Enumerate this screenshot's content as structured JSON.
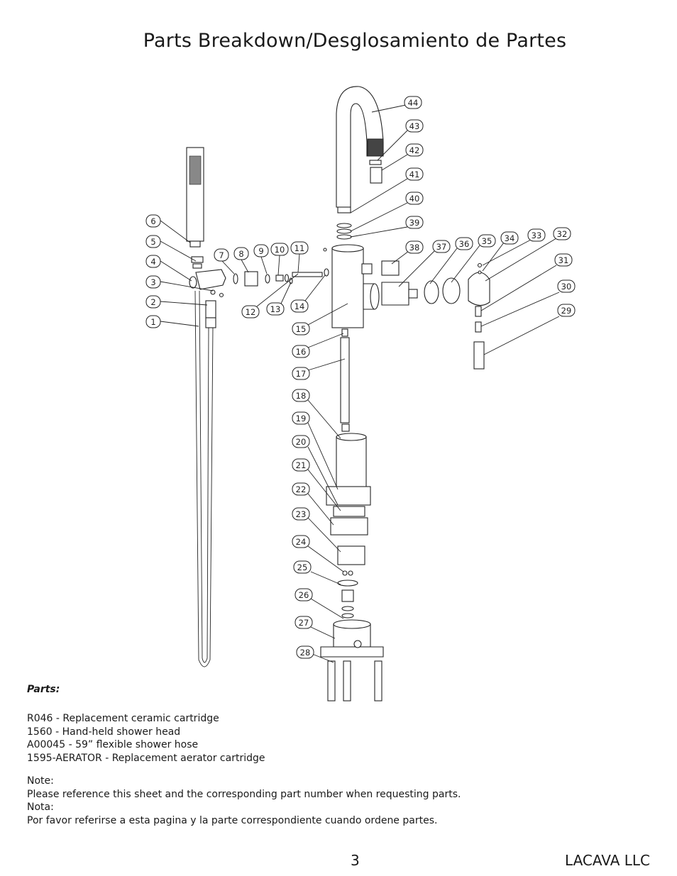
{
  "title": "Parts Breakdown/Desglosamiento de Partes",
  "callouts": [
    "1",
    "2",
    "3",
    "4",
    "5",
    "6",
    "7",
    "8",
    "9",
    "10",
    "11",
    "12",
    "13",
    "14",
    "15",
    "16",
    "17",
    "18",
    "19",
    "20",
    "21",
    "22",
    "23",
    "24",
    "25",
    "26",
    "27",
    "28",
    "29",
    "30",
    "31",
    "32",
    "33",
    "34",
    "35",
    "36",
    "37",
    "38",
    "39",
    "40",
    "41",
    "42",
    "43",
    "44"
  ],
  "parts_heading": "Parts:",
  "parts": [
    "R046 - Replacement ceramic cartridge",
    "1560 - Hand-held shower head",
    "A00045 - 59” flexible shower hose",
    "1595-AERATOR - Replacement aerator cartridge"
  ],
  "notes": [
    "Note:",
    "Please reference this sheet and the corresponding part number when requesting parts.",
    "Nota:",
    "Por favor referirse a esta pagina y la parte correspondiente cuando ordene partes."
  ],
  "footer": {
    "page_number": "3",
    "company": "LACAVA LLC"
  }
}
